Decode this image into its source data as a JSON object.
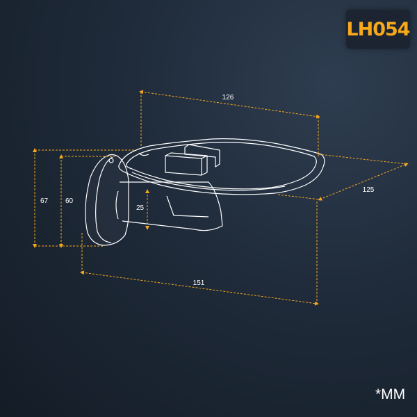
{
  "product_code": "LH054",
  "unit_label": "*MM",
  "dimensions": {
    "top_width": "126",
    "depth": "125",
    "total_length": "151",
    "height_outer": "67",
    "height_inner": "60",
    "arm_height": "25"
  },
  "colors": {
    "dimension_line": "#f7a81b",
    "outline": "#ffffff",
    "background": "#1f2b3a"
  }
}
